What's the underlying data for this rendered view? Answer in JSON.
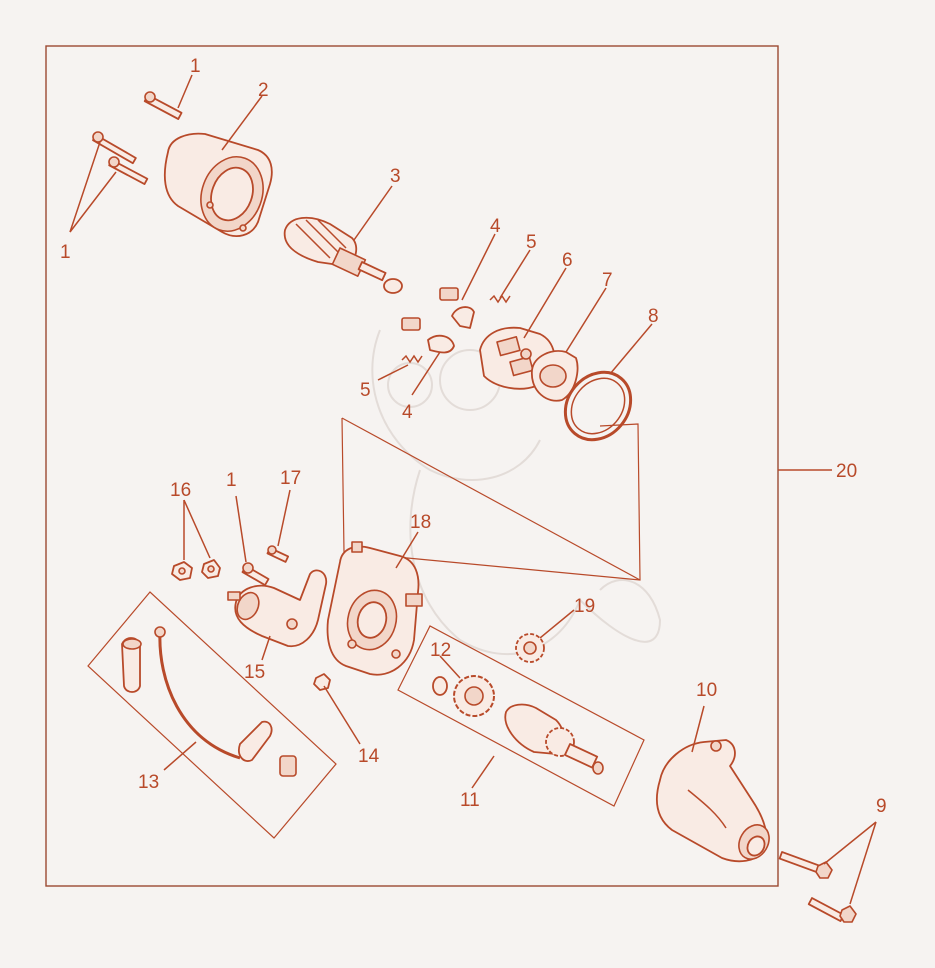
{
  "colors": {
    "line": "#b84a2a",
    "background": "#f6f3f1",
    "fill": "#f9ebe4"
  },
  "labels": {
    "l1a": "1",
    "l1b": "1",
    "l1c": "1",
    "l2": "2",
    "l3": "3",
    "l4a": "4",
    "l4b": "4",
    "l5a": "5",
    "l5b": "5",
    "l6": "6",
    "l7": "7",
    "l8": "8",
    "l9": "9",
    "l10": "10",
    "l11": "11",
    "l12": "12",
    "l13": "13",
    "l14": "14",
    "l15": "15",
    "l16": "16",
    "l17": "17",
    "l18": "18",
    "l19": "19",
    "l20": "20"
  }
}
